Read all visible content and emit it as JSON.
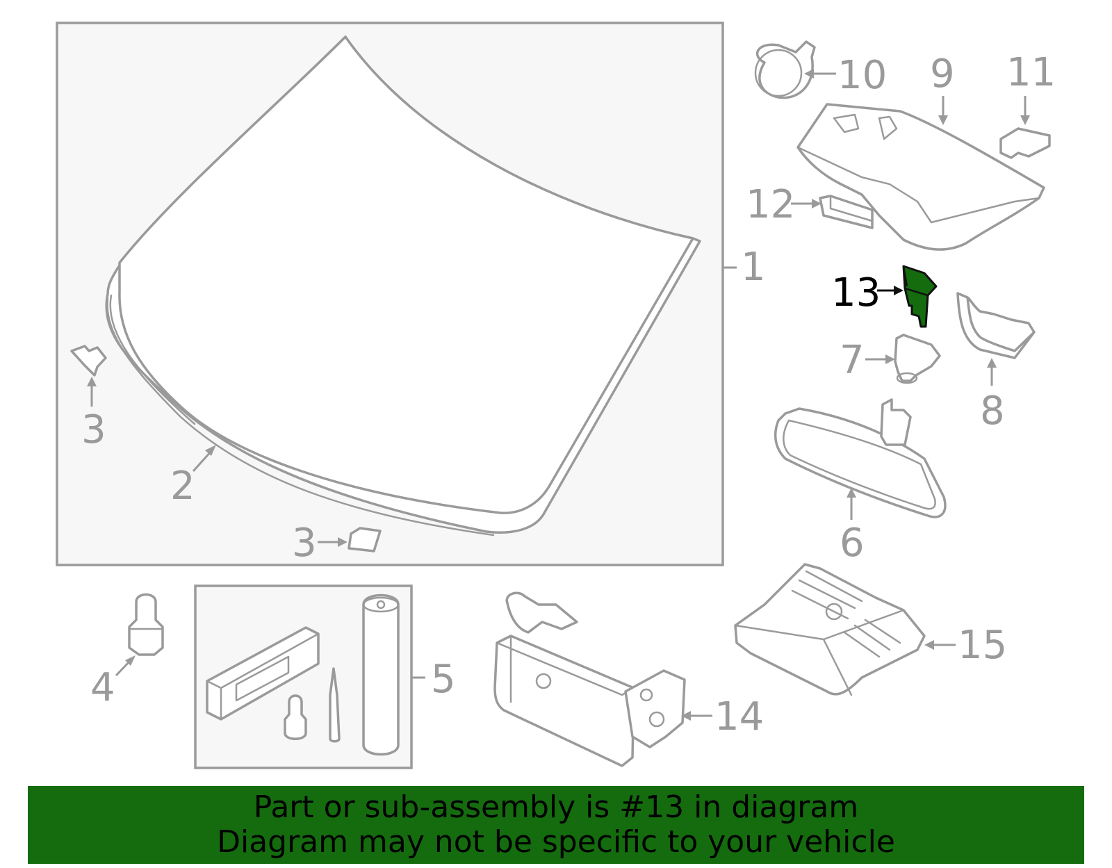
{
  "diagram": {
    "highlighted_part": "13",
    "highlight_color": "#146c0e",
    "line_color": "#9a9a9a",
    "callouts": {
      "p1": "1",
      "p2": "2",
      "p3a": "3",
      "p3b": "3",
      "p4": "4",
      "p5": "5",
      "p6": "6",
      "p7": "7",
      "p8": "8",
      "p9": "9",
      "p10": "10",
      "p11": "11",
      "p12": "12",
      "p13": "13",
      "p14": "14",
      "p15": "15"
    }
  },
  "banner": {
    "line1": "Part or sub-assembly is #13 in diagram",
    "line2": "Diagram may not be specific to your vehicle",
    "background": "#146c0e"
  }
}
